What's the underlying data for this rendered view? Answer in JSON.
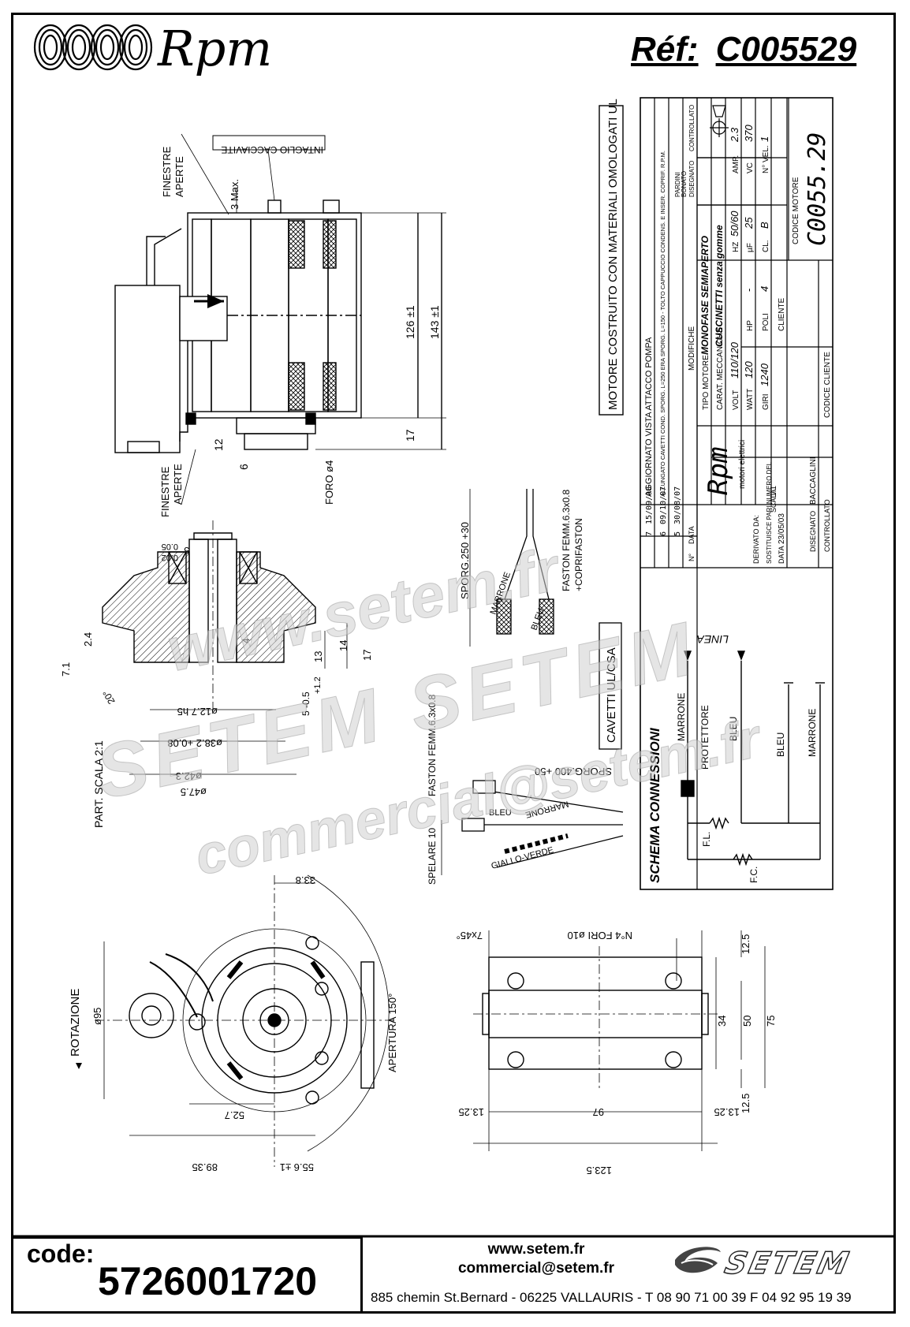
{
  "header": {
    "brand": "Rpm",
    "ref_label": "Réf:",
    "ref_value": "C005529"
  },
  "top_view": {
    "finestre_top": [
      "FINESTRE",
      "APERTE"
    ],
    "intaglio": "INTAGLIO CACCIAVITE",
    "max3": "3 Max.",
    "dim_126": "126 ±1",
    "dim_143": "143 ±1",
    "dim_17": "17",
    "dim_12": "12",
    "dim_6": "6",
    "foro": "FORO ø4",
    "finestre_bottom": [
      "FINESTRE",
      "APERTE"
    ]
  },
  "vertical_note": "MOTORE COSTRUITO CON MATERIALI OMOLOGATI UL",
  "title_block": {
    "mods": [
      {
        "n": "7",
        "date": "15/09/08",
        "text": "AGGIORNATO VISTA ATTACCO POMPA"
      },
      {
        "n": "6",
        "date": "09/10/07",
        "text": "ALLUNGATO CAVETTI COND. SPORG. L=250 ERA SPORG. L=150 - TOLTO CAPPUCCIO CONDENS. E INSER. COPRIF. R.P.M."
      },
      {
        "n": "5",
        "date": "30/08/07",
        "text": ""
      }
    ],
    "col_headers": [
      "N°",
      "DATA",
      "MODIFICHE",
      "DISEGNATO",
      "CONTROLLATO"
    ],
    "signatures": [
      "PARDINI",
      "BONATO"
    ],
    "company": "Rpm",
    "company_sub": "motori elettrici",
    "tipo_motore_label": "TIPO MOTORE",
    "tipo_motore": "MONOFASE SEMIAPERTO",
    "carat_label": "CARAT. MECCANICHE",
    "carat": "CUSCINETTI senza gomme",
    "volt": "110/120",
    "hz": "50/60",
    "amp": "2.3",
    "watt": "120",
    "hp": "-",
    "uf": "25",
    "vc": "370",
    "giri": "1240",
    "poli": "4",
    "cl": "B",
    "nvel": "1",
    "codice_motore_label": "CODICE MOTORE",
    "codice_motore": "C0055.29",
    "cliente_label": "CLIENTE",
    "codice_cliente_label": "CODICE CLIENTE",
    "derivato_label": "DERIVATO DA:",
    "sostituisce_label": "SOSTITUISCE PARI NUMERO DEL",
    "data_label": "DATA",
    "data_value": "23/05/03",
    "scala_label": "SCALA",
    "scala_value": "1:1",
    "disegnato_label": "DISEGNATO",
    "disegnato_value": "BACCAGLINI",
    "controllato_label": "CONTROLLATO"
  },
  "partial_view": {
    "part_label": "PART. SCALA 2:1",
    "dims": [
      "5",
      "0.05",
      "0.02",
      "2.4",
      "7.1",
      "20°",
      "4",
      "13",
      "14",
      "17",
      "5 -0.5",
      "+1.2",
      "ø12.7 h5",
      "ø38.2 +0.08",
      "ø42.3",
      "ø47.5"
    ]
  },
  "leads": {
    "sporg": "SPORG.250 +30",
    "faston": "FASTON FEMM.6.3x0.8",
    "coprifaston": "+COPRIFASTON",
    "marrone": "MARRONE",
    "bleu": "BLEU",
    "cavetti": "CAVETTI UL/CSA"
  },
  "leads2": {
    "faston": "FASTON FEMM.6.3x0.8",
    "sporg": "SPORG.400 +50",
    "marrone": "MARRONE",
    "bleu": "BLEU",
    "giallo": "GIALLO-VERDE",
    "spelare": "SPELARE 10"
  },
  "schema": {
    "title": "SCHEMA CONNESSIONI",
    "linea": "LINEA",
    "marrone": "MARRONE",
    "protettore": "PROTETTORE",
    "bleu": "BLEU",
    "bleu2": "BLEU",
    "marrone2": "MARRONE",
    "fl": "F.L.",
    "fc": "F.C."
  },
  "front_view": {
    "rotazione": "ROTAZIONE",
    "d95": "ø95",
    "d33_8": "33.8",
    "apertura": "APERTURA 150°",
    "d52_7": "52.7",
    "d89_35": "89.35",
    "d55_6": "55.6 ±1"
  },
  "base_view": {
    "chamfer": "7x45°",
    "holes": "N°4 FORI ø10",
    "d12_5a": "12.5",
    "d34": "34",
    "d50": "50",
    "d75": "75",
    "d12_5b": "12.5",
    "d13_25a": "13.25",
    "d97": "97",
    "d13_25b": "13.25",
    "d123_5": "123.5"
  },
  "watermark": {
    "line1": "www.setem.fr",
    "line2": "SETEM SETEM",
    "line3": "commercial@setem.fr"
  },
  "footer": {
    "code_label": "code:",
    "code_value": "5726001720",
    "website": "www.setem.fr",
    "email": "commercial@setem.fr",
    "address": "885 chemin St.Bernard  -  06225 VALLAURIS  -  T 08 90 71 00 39   F 04 92 95 19 39",
    "brand": "SETEM"
  }
}
